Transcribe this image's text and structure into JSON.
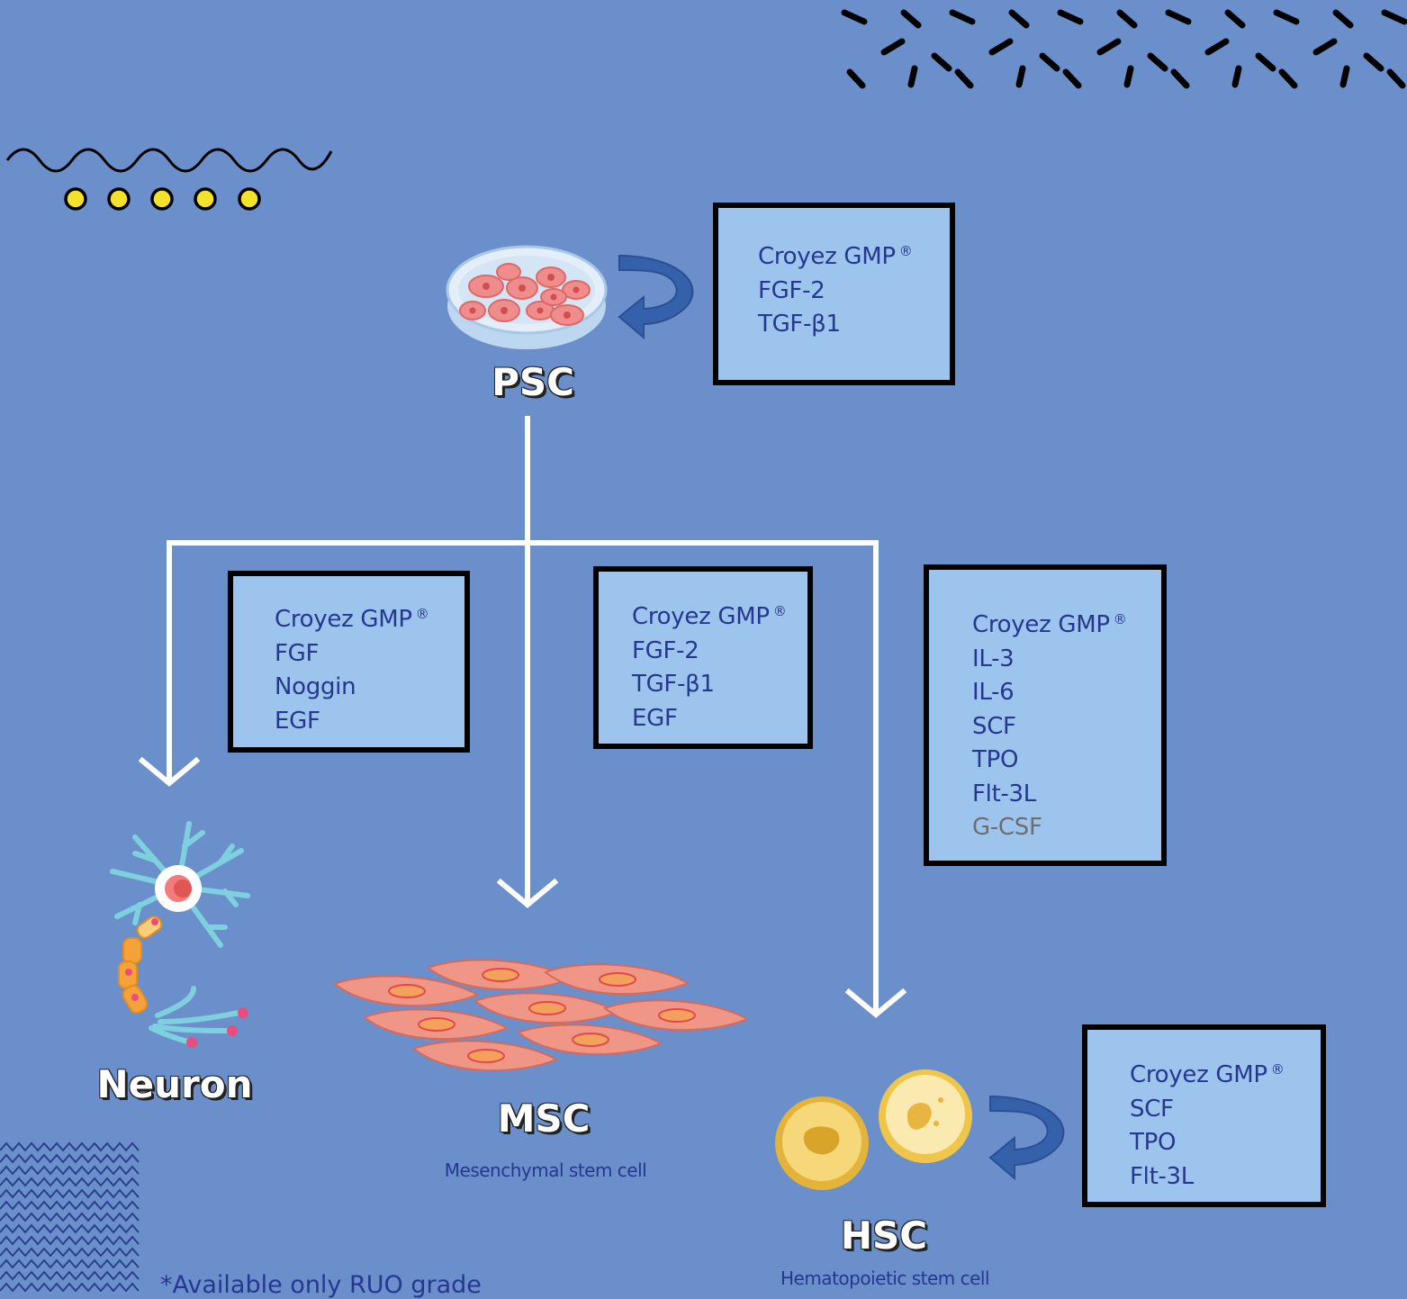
{
  "nodes": {
    "psc": {
      "label": "PSC"
    },
    "neuron": {
      "label": "Neuron"
    },
    "msc": {
      "label": "MSC",
      "sublabel": "Mesenchymal stem cell"
    },
    "hsc": {
      "label": "HSC",
      "sublabel": "Hematopoietic stem cell"
    }
  },
  "boxes": {
    "psc_maintenance": [
      "Croyez GMP",
      "FGF-2",
      "TGF-β1"
    ],
    "neuron_differentiation": [
      "Croyez GMP",
      "FGF",
      "Noggin",
      "EGF"
    ],
    "msc_differentiation": [
      "Croyez GMP",
      "FGF-2",
      "TGF-β1",
      "EGF"
    ],
    "hsc_differentiation": [
      "Croyez GMP",
      "IL-3",
      "IL-6",
      "SCF",
      "TPO",
      "Flt-3L",
      "G-CSF"
    ],
    "hsc_maintenance": [
      "Croyez GMP",
      "SCF",
      "TPO",
      "Flt-3L"
    ]
  },
  "registered_mark": "®",
  "footnote": "*Available only RUO grade",
  "colors": {
    "background": "#6b8fca",
    "box_fill": "#9dc4ec",
    "box_text": "#26378f",
    "muted_text": "#6d6d6d",
    "dot_yellow": "#f4e12a",
    "arrow": "#ffffff",
    "cycle_arrow": "#3561aa"
  },
  "icons": [
    "petri-dish-icon",
    "neuron-icon",
    "msc-cells-icon",
    "hsc-cells-icon",
    "cycle-arrow-icon",
    "down-arrow-icon"
  ]
}
